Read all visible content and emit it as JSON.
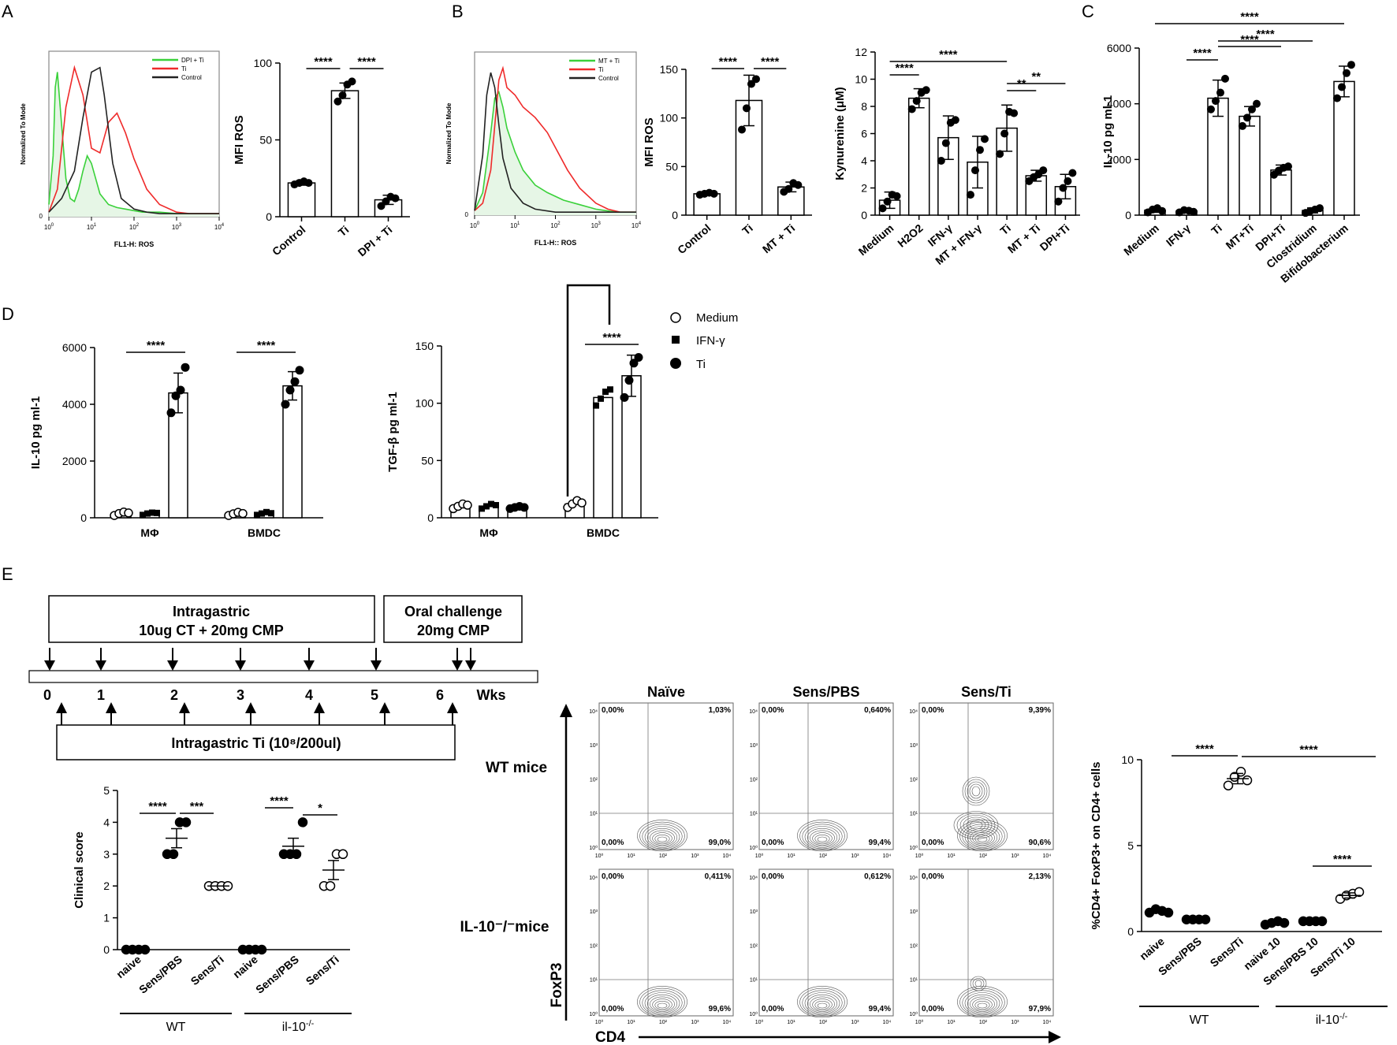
{
  "colors": {
    "ink": "#000000",
    "green": "#3ad13a",
    "red": "#ef2a2a",
    "dark": "#222222",
    "fill_green": "#e6f6e6"
  },
  "panel_letters": [
    "A",
    "B",
    "C",
    "D",
    "E"
  ],
  "chart_data": [
    {
      "id": "A-hist",
      "type": "line",
      "ylabel": "Normalized To Mode",
      "xlabel": "FL1-H: ROS",
      "xticks": [
        "10^0",
        "10^1",
        "10^2",
        "10^3",
        "10^4"
      ],
      "yticks": [
        "0"
      ],
      "legend": [
        "DPI + Ti",
        "Ti",
        "Control"
      ],
      "series": [
        {
          "name": "DPI + Ti",
          "color": "#3ad13a",
          "x": [
            0.0,
            0.1,
            0.15,
            0.2,
            0.3,
            0.4,
            0.5,
            0.6,
            0.7,
            0.8,
            0.9,
            1.0,
            1.1,
            1.2,
            1.4,
            1.6,
            1.8,
            2.0,
            2.2,
            2.6,
            3.0,
            3.5,
            4.0
          ],
          "y": [
            8,
            40,
            85,
            95,
            60,
            25,
            12,
            10,
            18,
            30,
            40,
            35,
            25,
            15,
            8,
            6,
            5,
            4,
            3,
            3,
            2,
            2,
            2
          ]
        },
        {
          "name": "Ti",
          "color": "#ef2a2a",
          "x": [
            0.0,
            0.2,
            0.4,
            0.6,
            0.8,
            1.0,
            1.2,
            1.4,
            1.6,
            1.8,
            2.0,
            2.3,
            2.6,
            3.0,
            3.3,
            3.6,
            4.0
          ],
          "y": [
            3,
            18,
            72,
            98,
            80,
            45,
            42,
            62,
            68,
            55,
            38,
            18,
            8,
            3,
            2,
            2,
            2
          ]
        },
        {
          "name": "Control",
          "color": "#222222",
          "x": [
            0.0,
            0.3,
            0.6,
            0.8,
            1.0,
            1.2,
            1.3,
            1.5,
            1.7,
            2.0,
            2.3,
            2.6,
            3.0,
            3.5,
            4.0
          ],
          "y": [
            3,
            12,
            30,
            65,
            95,
            98,
            80,
            35,
            12,
            5,
            3,
            2,
            2,
            2,
            2
          ]
        }
      ]
    },
    {
      "id": "A-bar",
      "type": "bar",
      "ylabel": "MFI ROS",
      "ylim": [
        0,
        100
      ],
      "yticks": [
        0,
        50,
        100
      ],
      "categories": [
        "Control",
        "Ti",
        "DPI + Ti"
      ],
      "values": [
        22,
        82,
        11
      ],
      "errors": [
        1.5,
        5,
        3
      ],
      "points": [
        [
          21,
          22,
          23,
          22
        ],
        [
          75,
          79,
          86,
          88
        ],
        [
          7,
          10,
          13,
          12
        ]
      ],
      "significance": [
        {
          "from": 0,
          "to": 1,
          "label": "****"
        },
        {
          "from": 1,
          "to": 2,
          "label": "****"
        }
      ]
    },
    {
      "id": "B-hist",
      "type": "line",
      "ylabel": "Normalized To Mode",
      "xlabel": "FL1-H:: ROS",
      "xticks": [
        "10^0",
        "10^1",
        "10^2",
        "10^3",
        "10^4"
      ],
      "yticks": [
        "0"
      ],
      "legend": [
        "MT + Ti",
        "Ti",
        "Control"
      ],
      "series": [
        {
          "name": "MT + Ti",
          "color": "#3ad13a",
          "x": [
            0.0,
            0.2,
            0.4,
            0.5,
            0.6,
            0.7,
            0.8,
            1.0,
            1.2,
            1.5,
            1.8,
            2.2,
            2.6,
            3.0,
            3.5,
            4.0
          ],
          "y": [
            3,
            15,
            55,
            78,
            82,
            72,
            58,
            42,
            30,
            20,
            15,
            10,
            7,
            4,
            2,
            2
          ]
        },
        {
          "name": "Ti",
          "color": "#ef2a2a",
          "x": [
            0.0,
            0.2,
            0.4,
            0.6,
            0.7,
            0.8,
            1.0,
            1.2,
            1.5,
            1.8,
            2.0,
            2.3,
            2.6,
            3.0,
            3.3,
            3.6,
            4.0
          ],
          "y": [
            3,
            8,
            30,
            90,
            98,
            85,
            80,
            72,
            65,
            55,
            45,
            30,
            18,
            8,
            4,
            2,
            2
          ]
        },
        {
          "name": "Control",
          "color": "#222222",
          "x": [
            0.0,
            0.2,
            0.3,
            0.4,
            0.5,
            0.6,
            0.7,
            0.9,
            1.2,
            1.5,
            2.0,
            2.5,
            3.0,
            4.0
          ],
          "y": [
            3,
            40,
            80,
            95,
            85,
            60,
            38,
            18,
            8,
            4,
            2,
            2,
            2,
            2
          ]
        }
      ]
    },
    {
      "id": "B-bar",
      "type": "bar",
      "ylabel": "MFI ROS",
      "ylim": [
        0,
        150
      ],
      "yticks": [
        0,
        50,
        100,
        150
      ],
      "categories": [
        "Control",
        "Ti",
        "MT + Ti"
      ],
      "values": [
        22,
        118,
        29
      ],
      "errors": [
        1.5,
        26,
        5
      ],
      "points": [
        [
          21,
          22,
          23,
          22
        ],
        [
          88,
          110,
          135,
          140
        ],
        [
          24,
          27,
          33,
          31
        ]
      ],
      "significance": [
        {
          "from": 0,
          "to": 1,
          "label": "****"
        },
        {
          "from": 1,
          "to": 2,
          "label": "****"
        }
      ]
    },
    {
      "id": "B-kyn",
      "type": "bar",
      "ylabel": "Kynurenine (μM)",
      "ylim": [
        0,
        12
      ],
      "yticks": [
        0,
        2,
        4,
        6,
        8,
        10,
        12
      ],
      "categories": [
        "Medium",
        "H2O2",
        "IFN-γ",
        "MT + IFN-γ",
        "Ti",
        "MT + Ti",
        "DPI+Ti"
      ],
      "values": [
        1.1,
        8.6,
        5.7,
        3.9,
        6.4,
        2.9,
        2.1
      ],
      "errors": [
        0.6,
        0.7,
        1.6,
        1.9,
        1.7,
        0.4,
        0.9
      ],
      "points": [
        [
          0.5,
          1.0,
          1.5,
          1.4
        ],
        [
          7.8,
          8.4,
          9.0,
          9.2
        ],
        [
          4.0,
          5.3,
          6.8,
          7.0
        ],
        [
          1.5,
          3.3,
          4.8,
          5.6
        ],
        [
          4.5,
          6.0,
          7.6,
          7.5
        ],
        [
          2.5,
          2.8,
          3.0,
          3.3
        ],
        [
          1.0,
          2.0,
          2.5,
          3.1
        ]
      ],
      "significance": [
        {
          "from": 0,
          "to": 1,
          "label": "****"
        },
        {
          "from": 0,
          "to": 4,
          "label": "****"
        },
        {
          "from": 4,
          "to": 5,
          "label": "**"
        },
        {
          "from": 4,
          "to": 6,
          "label": "**"
        }
      ]
    },
    {
      "id": "C-bar",
      "type": "bar",
      "ylabel": "IL-10 pg ml-1",
      "ylim": [
        0,
        6000
      ],
      "yticks": [
        0,
        2000,
        4000,
        6000
      ],
      "categories": [
        "Medium",
        "IFN-γ",
        "Ti",
        "MT+Ti",
        "DPI+Ti",
        "Clostridium",
        "Bifidobacterium"
      ],
      "values": [
        180,
        150,
        4200,
        3550,
        1620,
        170,
        4800
      ],
      "errors": [
        80,
        60,
        650,
        350,
        180,
        90,
        550
      ],
      "points": [
        [
          100,
          200,
          250,
          150
        ],
        [
          100,
          180,
          160,
          120
        ],
        [
          3800,
          4100,
          4400,
          4900
        ],
        [
          3200,
          3500,
          3800,
          4000
        ],
        [
          1450,
          1600,
          1700,
          1750
        ],
        [
          80,
          150,
          200,
          250
        ],
        [
          4200,
          4600,
          5100,
          5400
        ]
      ],
      "significance": [
        {
          "from": 1,
          "to": 2,
          "label": "****"
        },
        {
          "from": 2,
          "to": 4,
          "label": "****"
        },
        {
          "from": 2,
          "to": 5,
          "label": "****"
        },
        {
          "from": 0,
          "to": 6,
          "label": "****"
        }
      ]
    },
    {
      "id": "D-il10",
      "type": "bar",
      "ylabel": "IL-10 pg ml-1",
      "ylim": [
        0,
        6000
      ],
      "yticks": [
        0,
        2000,
        4000,
        6000
      ],
      "categories": [
        "MΦ",
        "BMDC"
      ],
      "series": [
        {
          "name": "Medium",
          "values": [
            150,
            140
          ],
          "points": [
            [
              80,
              150,
              200,
              170
            ],
            [
              80,
              140,
              190,
              150
            ]
          ]
        },
        {
          "name": "IFN-γ",
          "values": [
            150,
            150
          ],
          "points": [
            [
              100,
              150,
              180,
              170
            ],
            [
              100,
              150,
              200,
              160
            ]
          ]
        },
        {
          "name": "Ti",
          "values": [
            4400,
            4650
          ],
          "errors": [
            700,
            500
          ],
          "points": [
            [
              3700,
              4300,
              4500,
              5300
            ],
            [
              4000,
              4500,
              4800,
              5200
            ]
          ]
        }
      ],
      "significance": [
        {
          "group": 0,
          "label": "****"
        },
        {
          "group": 1,
          "label": "****"
        }
      ]
    },
    {
      "id": "D-tgf",
      "type": "bar",
      "ylabel": "TGF-β pg ml-1",
      "ylim": [
        0,
        150
      ],
      "yticks": [
        0,
        50,
        100,
        150
      ],
      "categories": [
        "MΦ",
        "BMDC"
      ],
      "series": [
        {
          "name": "Medium",
          "values": [
            10,
            12
          ],
          "points": [
            [
              8,
              10,
              12,
              11
            ],
            [
              9,
              12,
              15,
              13
            ]
          ]
        },
        {
          "name": "IFN-γ",
          "values": [
            10,
            105
          ],
          "points": [
            [
              8,
              10,
              12,
              11
            ],
            [
              98,
              104,
              110,
              112
            ]
          ]
        },
        {
          "name": "Ti",
          "values": [
            9,
            124
          ],
          "errors": [
            null,
            18
          ],
          "points": [
            [
              8,
              9,
              10,
              9
            ],
            [
              105,
              120,
              135,
              140
            ]
          ]
        }
      ],
      "legend": [
        "Medium",
        "IFN-γ",
        "Ti"
      ],
      "significance": [
        {
          "label": "****"
        }
      ]
    },
    {
      "id": "E-score",
      "type": "scatter",
      "ylabel": "Clinical score",
      "ylim": [
        0,
        5
      ],
      "yticks": [
        0,
        1,
        2,
        3,
        4,
        5
      ],
      "categories": [
        "naive",
        "Sens/PBS",
        "Sens/Ti",
        "naive",
        "Sens/PBS",
        "Sens/Ti"
      ],
      "groups": [
        "WT",
        "il-10-/-"
      ],
      "means": [
        0,
        3.5,
        2,
        0,
        3.25,
        2.5
      ],
      "points": [
        [
          0,
          0,
          0,
          0
        ],
        [
          3,
          3,
          4,
          4
        ],
        [
          2,
          2,
          2,
          2
        ],
        [
          0,
          0,
          0,
          0
        ],
        [
          3,
          3,
          3,
          4
        ],
        [
          2,
          2,
          3,
          3
        ]
      ],
      "significance": [
        {
          "label": "****"
        },
        {
          "label": "***"
        },
        {
          "label": "****"
        },
        {
          "label": "*"
        }
      ]
    },
    {
      "id": "E-foxp3",
      "type": "scatter",
      "ylabel": "%CD4+ FoxP3+ on CD4+ cells",
      "ylim": [
        0,
        10
      ],
      "yticks": [
        0,
        5,
        10
      ],
      "categories": [
        "naive",
        "Sens/PBS",
        "Sens/Ti",
        "naive 10",
        "Sens/PBS 10",
        "Sens/Ti 10"
      ],
      "groups": [
        "WT",
        "il-10-/-"
      ],
      "means": [
        1.2,
        0.7,
        8.9,
        0.5,
        0.6,
        2.1
      ],
      "points": [
        [
          1.1,
          1.3,
          1.2,
          1.1
        ],
        [
          0.7,
          0.7,
          0.7,
          0.7
        ],
        [
          8.5,
          9.0,
          9.3,
          8.8
        ],
        [
          0.4,
          0.5,
          0.6,
          0.5
        ],
        [
          0.6,
          0.6,
          0.6,
          0.6
        ],
        [
          1.9,
          2.1,
          2.2,
          2.3
        ]
      ],
      "significance": [
        {
          "label": "****"
        },
        {
          "label": "****"
        },
        {
          "label": "****"
        }
      ]
    }
  ],
  "legend_D": {
    "items": [
      "Medium",
      "IFN-γ",
      "Ti"
    ]
  },
  "timeline": {
    "box1_line1": "Intragastric",
    "box1_line2": "10ug CT + 20mg CMP",
    "box2_line1": "Oral challenge",
    "box2_line2": "20mg CMP",
    "weeks": [
      "0",
      "1",
      "2",
      "3",
      "4",
      "5",
      "6",
      "Wks"
    ],
    "box3": "Intragastric Ti (10⁸/200ul)"
  },
  "flow": {
    "titles": [
      "Naïve",
      "Sens/PBS",
      "Sens/Ti"
    ],
    "rows": [
      "WT mice",
      "IL-10⁻/⁻mice"
    ],
    "ylabel": "FoxP3",
    "xlabel": "CD4",
    "quadrants": [
      [
        "0,00%",
        "1,03%",
        "0,00%",
        "99,0%"
      ],
      [
        "0,00%",
        "0,640%",
        "0,00%",
        "99,4%"
      ],
      [
        "0,00%",
        "9,39%",
        "0,00%",
        "90,6%"
      ],
      [
        "0,00%",
        "0,411%",
        "0,00%",
        "99,6%"
      ],
      [
        "0,00%",
        "0,612%",
        "0,00%",
        "99,4%"
      ],
      [
        "0,00%",
        "2,13%",
        "0,00%",
        "97,9%"
      ]
    ],
    "ticks": [
      "10⁰",
      "10¹",
      "10²",
      "10³",
      "10⁴"
    ]
  }
}
